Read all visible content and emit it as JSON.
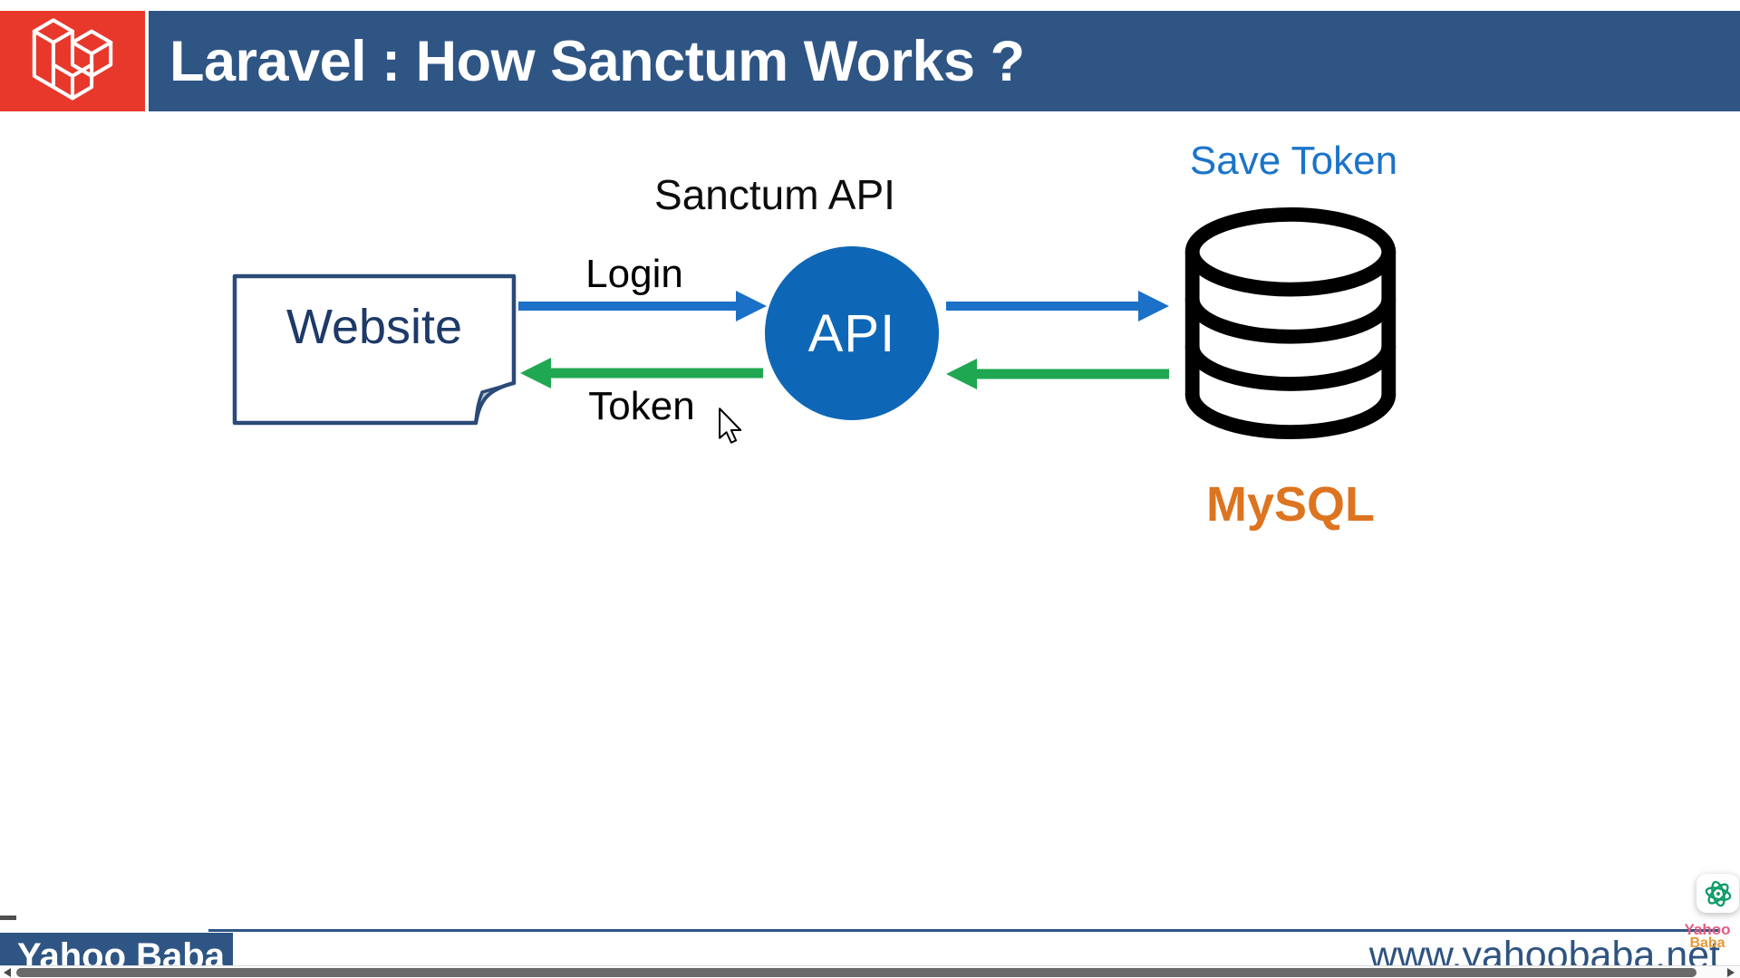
{
  "header": {
    "title": "Laravel : How Sanctum Works ?"
  },
  "diagram": {
    "sanctum_api_label": "Sanctum API",
    "save_token_label": "Save Token",
    "website_label": "Website",
    "api_label": "API",
    "login_label": "Login",
    "token_label": "Token",
    "mysql_label": "MySQL"
  },
  "footer": {
    "brand": "Yahoo Baba",
    "website_url": "www.yahoobaba.net",
    "watermark": {
      "line1": "Yahoo",
      "line2": "Baba"
    }
  },
  "colors": {
    "header_blue": "#2E5584",
    "laravel_red": "#E8382C",
    "arrow_blue": "#1B70C8",
    "arrow_green": "#1FA751",
    "api_circle_blue": "#0E67B6",
    "save_token_blue": "#1B74C9",
    "mysql_orange": "#DD7420",
    "website_navy": "#1D3A68",
    "url_blue": "#2E5480",
    "database_black": "#000000"
  }
}
